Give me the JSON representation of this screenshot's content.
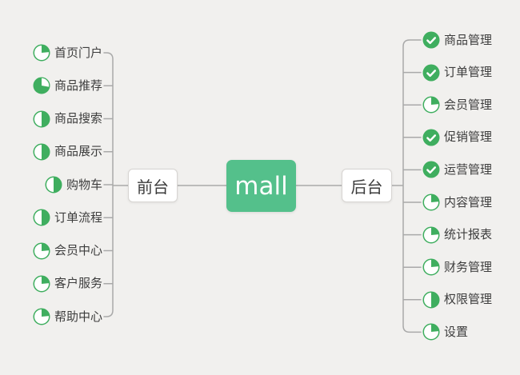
{
  "diagram": {
    "type": "mindmap",
    "central": {
      "label": "mall"
    },
    "branches": [
      {
        "side": "left",
        "label": "前台",
        "items": [
          {
            "label": "首页门户",
            "progress": "25"
          },
          {
            "label": "商品推荐",
            "progress": "75"
          },
          {
            "label": "商品搜索",
            "progress": "50"
          },
          {
            "label": "商品展示",
            "progress": "50"
          },
          {
            "label": "购物车",
            "progress": "50"
          },
          {
            "label": "订单流程",
            "progress": "50"
          },
          {
            "label": "会员中心",
            "progress": "25"
          },
          {
            "label": "客户服务",
            "progress": "25"
          },
          {
            "label": "帮助中心",
            "progress": "25"
          }
        ]
      },
      {
        "side": "right",
        "label": "后台",
        "items": [
          {
            "label": "商品管理",
            "progress": "done"
          },
          {
            "label": "订单管理",
            "progress": "done"
          },
          {
            "label": "会员管理",
            "progress": "25"
          },
          {
            "label": "促销管理",
            "progress": "done"
          },
          {
            "label": "运营管理",
            "progress": "done"
          },
          {
            "label": "内容管理",
            "progress": "25"
          },
          {
            "label": "统计报表",
            "progress": "25"
          },
          {
            "label": "财务管理",
            "progress": "25"
          },
          {
            "label": "权限管理",
            "progress": "50"
          },
          {
            "label": "设置",
            "progress": "25"
          }
        ]
      }
    ],
    "colors": {
      "background": "#f1f0ee",
      "central_bg": "#54c08b",
      "central_text": "#ffffff",
      "icon_green": "#3fae5f",
      "connector": "#a9a9a9",
      "box_border": "#d7d5d2",
      "label_text": "#3d3d3d"
    }
  }
}
